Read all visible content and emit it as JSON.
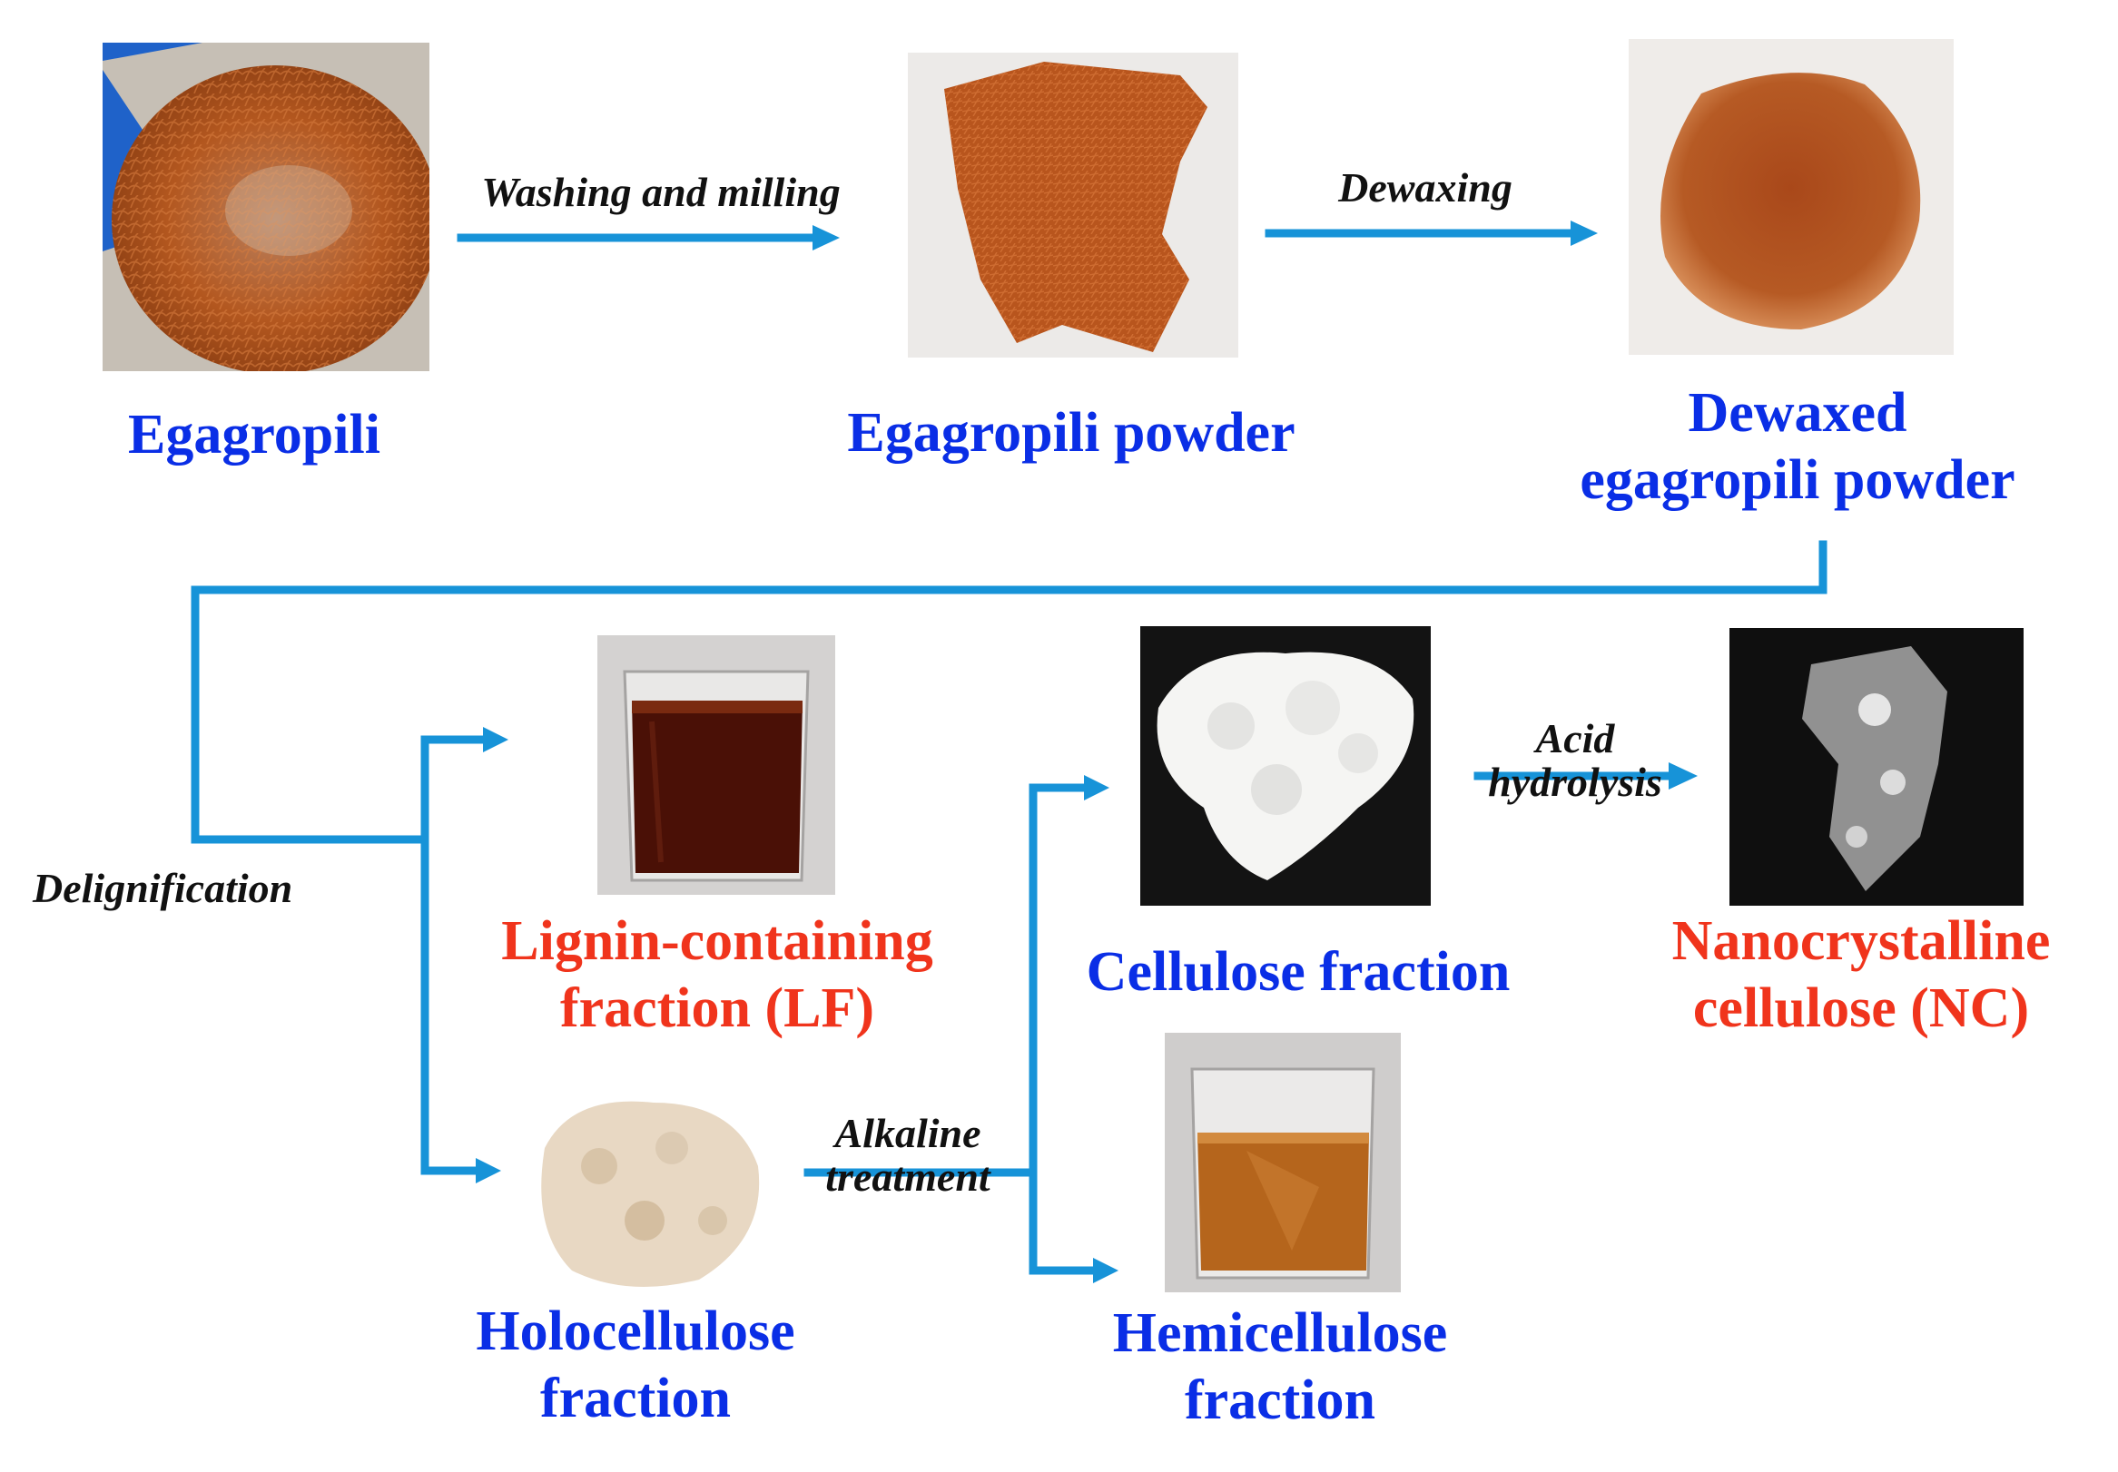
{
  "colors": {
    "arrow": "#1793d8",
    "label_blue": "#0a2ee6",
    "label_red": "#f0341c",
    "step_text": "#111111"
  },
  "nodes": {
    "egagropili": {
      "label": "Egagropili"
    },
    "powder": {
      "label": "Egagropili powder"
    },
    "dewaxed": {
      "line1": "Dewaxed",
      "line2": "egagropili powder"
    },
    "lignin": {
      "line1": "Lignin-containing",
      "line2": "fraction (LF)"
    },
    "holo": {
      "line1": "Holocellulose",
      "line2": "fraction"
    },
    "cellulose": {
      "label": "Cellulose fraction"
    },
    "hemi": {
      "line1": "Hemicellulose",
      "line2": "fraction"
    },
    "nc": {
      "line1": "Nanocrystalline",
      "line2": "cellulose (NC)"
    }
  },
  "steps": {
    "washing": "Washing and  milling",
    "dewaxing": "Dewaxing",
    "delignification": "Delignification",
    "alkaline_1": "Alkaline",
    "alkaline_2": "treatment",
    "acid_1": "Acid",
    "acid_2": "hydrolysis"
  },
  "photos": {
    "egagropili": "fiber-ball-photo",
    "powder": "fiber-powder-photo",
    "dewaxed": "dewaxed-powder-photo",
    "lignin": "dark-liquid-beaker-photo",
    "cellulose": "white-cellulose-photo",
    "nc": "nanocellulose-photo",
    "holo": "holocellulose-photo",
    "hemi": "amber-liquid-beaker-photo"
  }
}
